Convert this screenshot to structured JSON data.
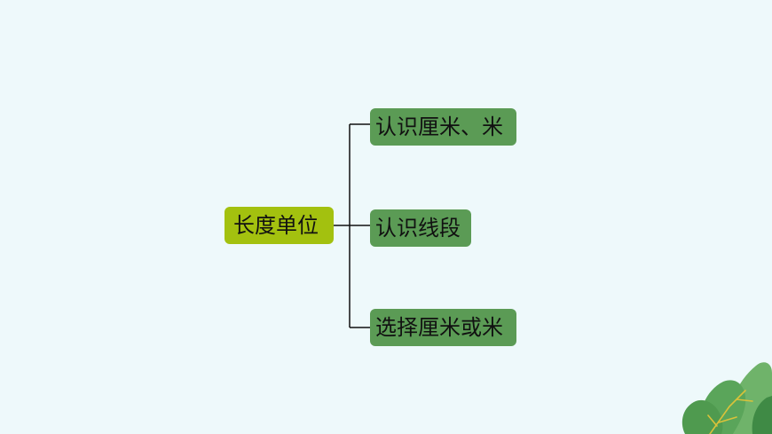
{
  "diagram": {
    "root": {
      "label": "长度单位"
    },
    "children": [
      {
        "label": "认识厘米、米"
      },
      {
        "label": "认识线段"
      },
      {
        "label": "选择厘米或米"
      }
    ]
  },
  "colors": {
    "background": "#eef9fb",
    "root_fill": "#a3c10f",
    "child_fill": "#5b9b55",
    "connector": "#111111",
    "plant_light": "#6fb36a",
    "plant_dark": "#3f8a45",
    "plant_vein": "#d9c23a"
  }
}
